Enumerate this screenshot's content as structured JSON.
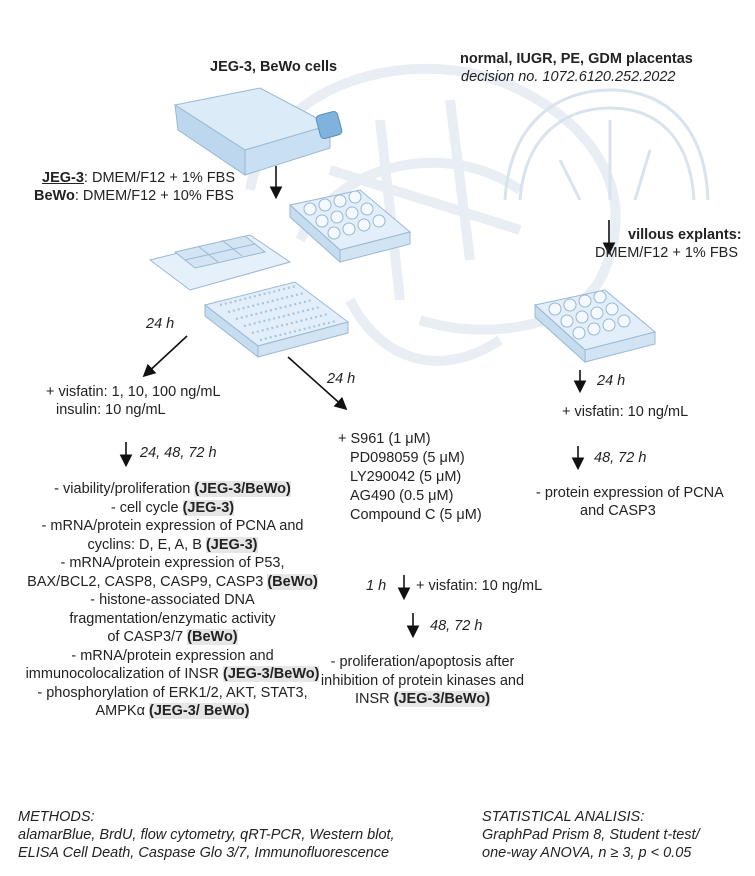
{
  "cells": {
    "title": "JEG-3, BeWo cells",
    "media_jeg3_name": "JEG-3",
    "media_jeg3_rest": ": DMEM/F12 + 1% FBS",
    "media_bewo_name": "BeWo",
    "media_bewo_rest": ": DMEM/F12 + 10% FBS",
    "time_24h_left": "24 h",
    "time_24h_right": "24 h"
  },
  "placentas": {
    "title": "normal, IUGR, PE, GDM placentas",
    "decision": "decision no. 1072.6120.252.2022",
    "explants_title": "villous explants:",
    "explants_media": "DMEM/F12 + 1% FBS",
    "time_24h": "24 h",
    "visfatin": "+ visfatin: 10 ng/mL",
    "time_48_72": "48, 72 h",
    "result_line1": "- protein expression of PCNA",
    "result_line2": "and CASP3"
  },
  "left_branch": {
    "visfatin": "+ visfatin: 1, 10, 100 ng/mL",
    "insulin": "insulin: 10 ng/mL",
    "time": "24, 48, 72 h",
    "assays": [
      {
        "text": "- viability/proliferation ",
        "tag": "(JEG-3/BeWo)"
      },
      {
        "text": "- cell cycle ",
        "tag": "(JEG-3)"
      },
      {
        "text": "- mRNA/protein expression of PCNA and",
        "tag": ""
      },
      {
        "text": "cyclins: D, E, A, B ",
        "tag": "(JEG-3)"
      },
      {
        "text": "- mRNA/protein expression of P53,",
        "tag": ""
      },
      {
        "text": "BAX/BCL2, CASP8, CASP9, CASP3 ",
        "tag": "(BeWo)"
      },
      {
        "text": "- histone-associated DNA",
        "tag": ""
      },
      {
        "text": "fragmentation/enzymatic activity",
        "tag": ""
      },
      {
        "text": "of CASP3/7 ",
        "tag": "(BeWo)"
      },
      {
        "text": "- mRNA/protein expression and",
        "tag": ""
      },
      {
        "text": "immunocolocalization of INSR ",
        "tag": "(JEG-3/BeWo)"
      },
      {
        "text": "- phosphorylation of ERK1/2, AKT, STAT3,",
        "tag": ""
      },
      {
        "text": "AMPKα ",
        "tag": "(JEG-3/ BeWo)"
      }
    ]
  },
  "right_branch": {
    "inhibitors": [
      "+ S961 (1 μM)",
      "PD098059 (5 μM)",
      "LY290042 (5 μM)",
      "AG490 (0.5 μM)",
      "Compound C (5 μM)"
    ],
    "time_1h": "1 h",
    "visfatin": "+ visfatin: 10 ng/mL",
    "time_48_72": "48, 72 h",
    "result_line1": "- proliferation/apoptosis after",
    "result_line2": "inhibition of protein kinases and",
    "result_line3_text": "INSR ",
    "result_line3_tag": "(JEG-3/BeWo)"
  },
  "methods": {
    "title": "METHODS:",
    "line1": "alamarBlue, BrdU, flow cytometry, qRT-PCR, Western blot,",
    "line2": "ELISA Cell Death, Caspase Glo 3/7, Immunofluorescence"
  },
  "stats": {
    "title": "STATISTICAL ANALISIS:",
    "line1": "GraphPad Prism 8, Student t-test/",
    "line2": "one-way ANOVA, n ≥ 3, p < 0.05"
  },
  "colors": {
    "text": "#222222",
    "tag_bg": "#e6e6e6",
    "labware_fill": "#cfe2f3",
    "labware_stroke": "#8fb0cc",
    "watermark": "#e8eef5"
  }
}
